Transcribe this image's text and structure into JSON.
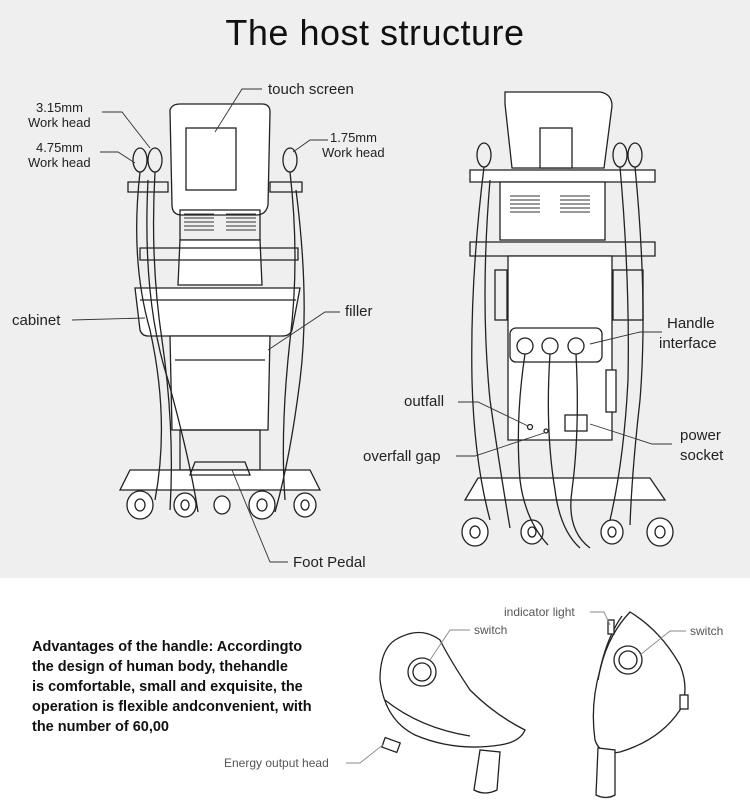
{
  "title": "The host structure",
  "labels": {
    "touch_screen": "touch screen",
    "head_315_line1": "3.15mm",
    "head_315_line2": "Work head",
    "head_475_line1": "4.75mm",
    "head_475_line2": "Work head",
    "head_175_line1": "1.75mm",
    "head_175_line2": "Work head",
    "cabinet": "cabinet",
    "filler": "filler",
    "foot_pedal": "Foot Pedal",
    "handle_interface_line1": "Handle",
    "handle_interface_line2": "interface",
    "outfall": "outfall",
    "overfall_gap": "overfall gap",
    "power_socket_line1": "power",
    "power_socket_line2": "socket",
    "switch_left": "switch",
    "switch_right": "switch",
    "indicator_light": "indicator light",
    "energy_output_head": "Energy output head"
  },
  "advantages": {
    "line1": "Advantages of the handle: Accordingto",
    "line2": "the design of human body, thehandle",
    "line3": "is comfortable, small and exquisite, the",
    "line4": "operation is flexible andconvenient, with",
    "line5": "the number of 60,00"
  }
}
